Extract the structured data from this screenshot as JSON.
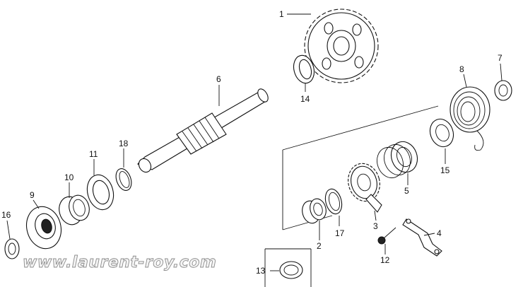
{
  "callouts": {
    "c1": "1",
    "c2": "2",
    "c3": "3",
    "c4": "4",
    "c5": "5",
    "c6": "6",
    "c7": "7",
    "c8": "8",
    "c9": "9",
    "c10": "10",
    "c11": "11",
    "c12": "12",
    "c13": "13",
    "c14": "14",
    "c15": "15",
    "c16": "16",
    "c17": "17",
    "c18": "18"
  },
  "watermark": "www.laurent-roy.com"
}
